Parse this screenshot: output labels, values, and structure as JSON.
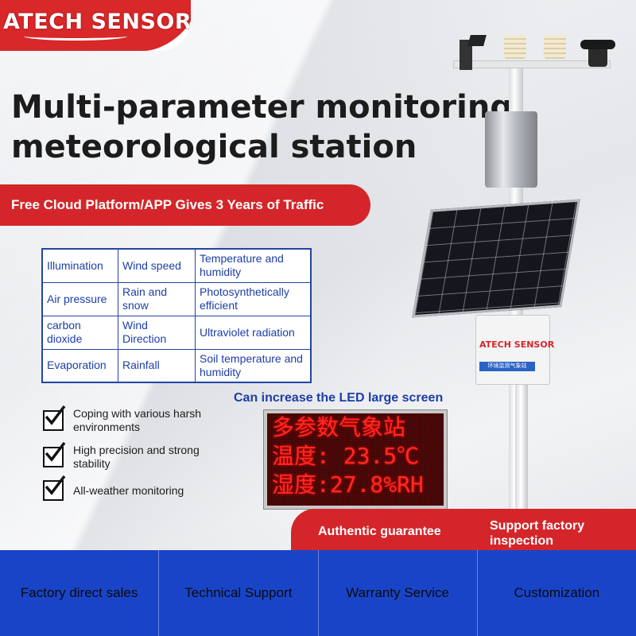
{
  "brand": {
    "logo_text": "ATECH SENSOR"
  },
  "headline": {
    "line1": "Multi-parameter monitoring",
    "line2": "meteorological station"
  },
  "banner": {
    "text": "Free Cloud Platform/APP Gives 3 Years of Traffic"
  },
  "parameters": [
    [
      "Illumination",
      "Wind speed",
      "Temperature and humidity"
    ],
    [
      "Air pressure",
      "Rain and snow",
      "Photosynthetically efficient"
    ],
    [
      "carbon dioxide",
      "Wind Direction",
      "Ultraviolet radiation"
    ],
    [
      "Evaporation",
      "Rainfall",
      "Soil temperature and humidity"
    ]
  ],
  "features": [
    "Coping with various harsh environments",
    "High precision and strong stability",
    "All-weather monitoring"
  ],
  "led": {
    "label": "Can increase the LED large screen",
    "line1": "多参数气象站",
    "line2": "温度: 23.5℃",
    "line3": "湿度:27.8%RH"
  },
  "device": {
    "logo": "ATECH SENSOR",
    "strip": "环境监测气象站"
  },
  "badges": {
    "left": "Authentic guarantee",
    "right": "Support factory inspection"
  },
  "footer": [
    "Factory direct sales",
    "Technical Support",
    "Warranty Service",
    "Customization"
  ],
  "colors": {
    "brand_red": "#d4262a",
    "brand_blue": "#1a44c8",
    "text_blue": "#1c3ea8"
  }
}
